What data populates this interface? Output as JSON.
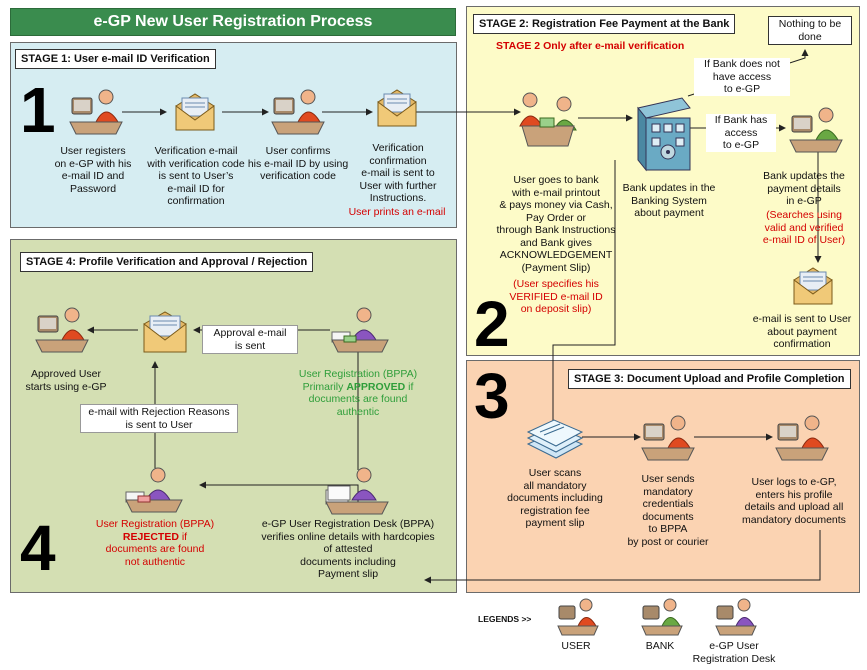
{
  "title": "e-GP New User Registration Process",
  "colors": {
    "title_bar": "#3a8c4e",
    "stage1_bg": "#d6edf2",
    "stage2_bg": "#fdfbc8",
    "stage3_bg": "#fbd3b2",
    "stage4_bg": "#d4dfb3",
    "user_shirt": "#e04a20",
    "bank_shirt": "#69a843",
    "desk_shirt": "#8a55c0",
    "red_text": "#d40000",
    "green_text": "#2f9e3a"
  },
  "stage1": {
    "number": "1",
    "title": "STAGE 1: User e-mail ID Verification",
    "step1": [
      "User registers",
      "on e-GP with his",
      "e-mail ID and",
      "Password"
    ],
    "step2": [
      "Verification e-mail",
      "with verification code",
      "is sent to User’s",
      "e-mail ID for",
      "confirmation"
    ],
    "step3": [
      "User confirms",
      "his e-mail ID by using",
      "verification code"
    ],
    "step4": [
      "Verification",
      "confirmation",
      "e-mail is sent to",
      "User with further",
      "Instructions."
    ],
    "step4_note": "User prints an e-mail"
  },
  "stage2": {
    "number": "2",
    "title": "STAGE 2: Registration Fee Payment at the Bank",
    "subtitle": "STAGE 2 Only after e-mail verification",
    "nothing": [
      "Nothing to be",
      "done"
    ],
    "no_access": [
      "If Bank does not",
      "have access",
      "to e-GP"
    ],
    "has_access": [
      "If Bank has",
      "access",
      "to e-GP"
    ],
    "user_bank": [
      "User goes to bank",
      "with e-mail printout",
      "& pays money via Cash,",
      "Pay Order or",
      "through Bank Instructions",
      "and Bank gives",
      "ACKNOWLEDGEMENT",
      "(Payment Slip)"
    ],
    "user_bank_note": [
      "(User specifies his",
      "VERIFIED e-mail ID",
      "on deposit slip)"
    ],
    "bank_updates": [
      "Bank updates in the",
      "Banking System",
      "about payment"
    ],
    "bank_egp": [
      "Bank updates the",
      "payment details",
      "in e-GP"
    ],
    "bank_egp_note": [
      "(Searches using",
      "valid and verified",
      "e-mail ID of User)"
    ],
    "email_sent": [
      "e-mail is sent to User",
      "about  payment",
      "confirmation"
    ]
  },
  "stage3": {
    "number": "3",
    "title": "STAGE 3: Document Upload and Profile Completion",
    "scan": [
      "User scans",
      "all mandatory",
      "documents including",
      "registration fee",
      "payment slip"
    ],
    "send": [
      "User sends",
      "mandatory",
      "credentials",
      "documents",
      "to BPPA",
      "by post or courier"
    ],
    "login": [
      "User logs to e-GP,",
      "enters his profile",
      "details and upload all",
      "mandatory documents"
    ]
  },
  "stage4": {
    "number": "4",
    "title": "STAGE 4: Profile Verification and Approval / Rejection",
    "approved_user": [
      "Approved User",
      "starts using e-GP"
    ],
    "approval_email": [
      "Approval e-mail",
      "is sent"
    ],
    "approved_line1": "User Registration (BPPA)",
    "approved_line2a": "Primarily ",
    "approved_bold": "APPROVED",
    "approved_line2b": " if",
    "approved_line3": "documents are found",
    "approved_line4": "authentic",
    "rejection_email": [
      "e-mail with Rejection Reasons",
      "is sent to User"
    ],
    "rejected_line1": "User Registration (BPPA)",
    "rejected_bold": "REJECTED",
    "rejected_line2b": " if",
    "rejected_line3": "documents are found",
    "rejected_line4": "not authentic",
    "desk": [
      "e-GP User Registration Desk (BPPA)",
      "verifies online details with hardcopies",
      "of attested",
      "documents including",
      "Payment slip"
    ]
  },
  "legend": {
    "label": "LEGENDS >>",
    "user": "USER",
    "bank": "BANK",
    "desk": [
      "e-GP User",
      "Registration Desk"
    ]
  },
  "icons": [
    "user-desk-icon",
    "envelope-icon",
    "bank-building-icon",
    "bank-teller-icon",
    "documents-icon",
    "registration-desk-icon"
  ]
}
